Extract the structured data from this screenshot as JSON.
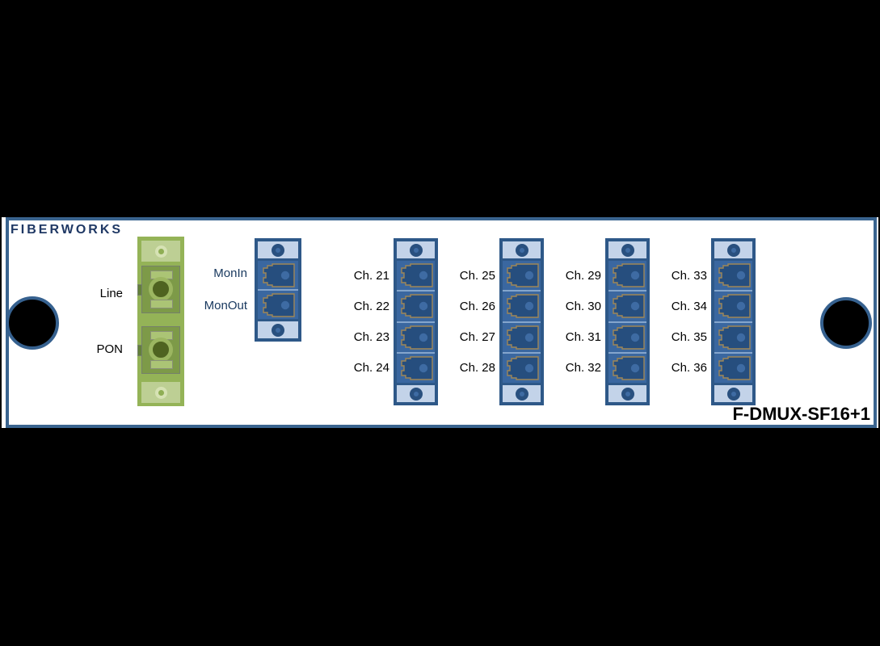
{
  "header": {
    "brand": "FIBERWORKS",
    "model": "F-DMUX-SF16+1"
  },
  "left_ports": {
    "line_label": "Line",
    "pon_label": "PON"
  },
  "monitor_ports": {
    "in_label": "MonIn",
    "out_label": "MonOut"
  },
  "channel_groups": [
    {
      "channels": [
        "Ch. 21",
        "Ch. 22",
        "Ch. 23",
        "Ch. 24"
      ]
    },
    {
      "channels": [
        "Ch. 25",
        "Ch. 26",
        "Ch. 27",
        "Ch. 28"
      ]
    },
    {
      "channels": [
        "Ch. 29",
        "Ch. 30",
        "Ch. 31",
        "Ch. 32"
      ]
    },
    {
      "channels": [
        "Ch. 33",
        "Ch. 34",
        "Ch. 35",
        "Ch. 36"
      ]
    }
  ],
  "colors": {
    "brand_navy": "#1F3864",
    "panel_border_blue": "#3A648F",
    "adapter_border_blue": "#2E5888",
    "adapter_cap_light_blue": "#C3D3E9",
    "adapter_cell_blue": "#3A67A0",
    "lc_connector_navy": "#264E7E",
    "lc_outline_tan": "#A08756",
    "sc_body_green": "#94B357",
    "sc_cap_light_green": "#BDCF94",
    "sc_square_green": "#7D9A48",
    "mon_label_navy": "#17375D"
  }
}
